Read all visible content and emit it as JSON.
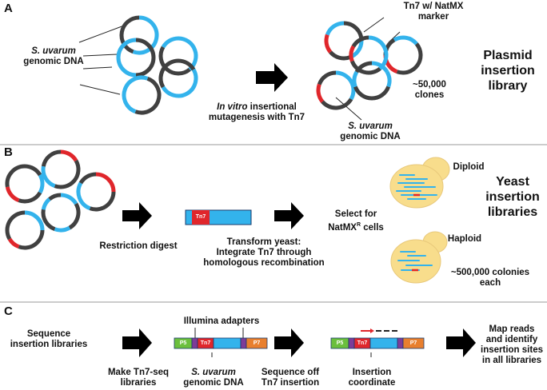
{
  "panels": {
    "a": "A",
    "b": "B",
    "c": "C"
  },
  "colors": {
    "dna": "#33b3ec",
    "backbone": "#404040",
    "tn7": "#e0262b",
    "p5": "#6bbf3d",
    "adapter": "#7d3c98",
    "p7": "#e87f2e",
    "cell": "#f8dd8c"
  },
  "panel_a": {
    "source_italic": "S. uvarum",
    "source_rest": "genomic DNA",
    "tn7_marker_line1": "Tn7 w/ NatMX",
    "tn7_marker_line2": "marker",
    "mutagenesis_italic": "In vitro",
    "mutagenesis_rest1": " insertional",
    "mutagenesis_rest2": "mutagenesis with Tn7",
    "clones_line1": "~50,000",
    "clones_line2": "clones",
    "genomic_italic": "S. uvarum",
    "genomic_rest": "genomic DNA",
    "library_line1": "Plasmid",
    "library_line2": "insertion",
    "library_line3": "library"
  },
  "panel_b": {
    "restriction": "Restriction digest",
    "tn7_box": "Tn7",
    "transform_line1": "Transform yeast:",
    "transform_line2": "Integrate Tn7 through",
    "transform_line3": "homologous  recombination",
    "select_line1": "Select for",
    "select_line2_a": "NatMX",
    "select_line2_sup": "R",
    "select_line2_b": " cells",
    "diploid": "Diploid",
    "haploid": "Haploid",
    "colonies_line1": "~500,000 colonies",
    "colonies_line2": "each",
    "yeast_line1": "Yeast",
    "yeast_line2": "insertion",
    "yeast_line3": "libraries"
  },
  "panel_c": {
    "sequence_line1": "Sequence",
    "sequence_line2": "insertion libraries",
    "illumina": "Illumina adapters",
    "p5": "P5",
    "tn7": "Tn7",
    "p7": "P7",
    "make_line1": "Make Tn7-seq",
    "make_line2": "libraries",
    "genomic_italic": "S. uvarum",
    "genomic_rest": "genomic DNA",
    "seqoff_line1": "Sequence off",
    "seqoff_line2": "Tn7 insertion",
    "insertion_line1": "Insertion",
    "insertion_line2": "coordinate",
    "map_line1": "Map reads",
    "map_line2": "and identify",
    "map_line3": "insertion sites",
    "map_line4": "in all libraries"
  }
}
